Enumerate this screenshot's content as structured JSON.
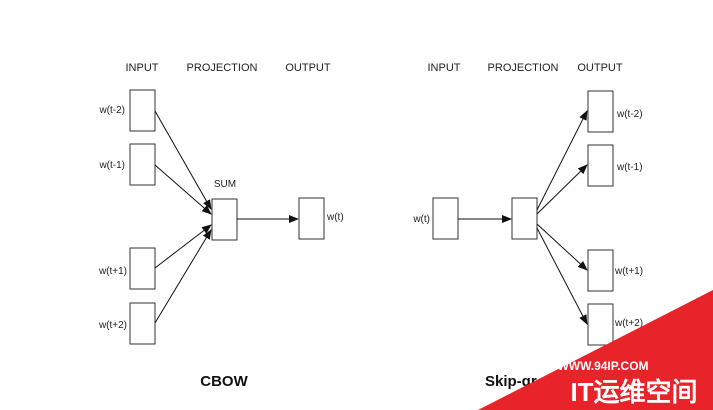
{
  "cbow": {
    "headers": {
      "input": "INPUT",
      "projection": "PROJECTION",
      "output": "OUTPUT"
    },
    "inputs": [
      "w(t-2)",
      "w(t-1)",
      "w(t+1)",
      "w(t+2)"
    ],
    "projection_label": "SUM",
    "output": "w(t)",
    "title": "CBOW"
  },
  "skipgram": {
    "headers": {
      "input": "INPUT",
      "projection": "PROJECTION",
      "output": "OUTPUT"
    },
    "input": "w(t)",
    "outputs": [
      "w(t-2)",
      "w(t-1)",
      "w(t+1)",
      "w(t+2)"
    ],
    "title": "Skip-gr"
  },
  "watermark": {
    "url": "WWW.94IP.COM",
    "brand": "IT运维空间",
    "color": "#e8232a"
  }
}
